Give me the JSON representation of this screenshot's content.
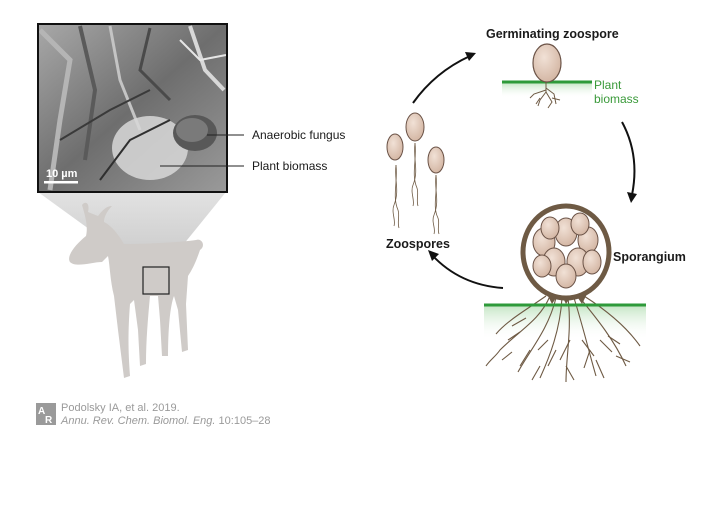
{
  "labels": {
    "anaerobic_fungus": "Anaerobic fungus",
    "plant_biomass_micro": "Plant biomass",
    "scale_bar": "10 µm",
    "germinating_zoospore": "Germinating zoospore",
    "plant_biomass_green_line1": "Plant",
    "plant_biomass_green_line2": "biomass",
    "sporangium": "Sporangium",
    "zoospores": "Zoospores"
  },
  "citation": {
    "authors": "Podolsky IA, et al. 2019.",
    "journal": "Annu. Rev. Chem. Biomol. Eng.",
    "pages": " 10:105–28"
  },
  "colors": {
    "spore_fill": "#e2c9b9",
    "spore_stroke": "#6b5347",
    "root": "#6e5a44",
    "plant_green": "#2e9a3a",
    "goat": "#cfcbc8",
    "micrograph_bg": "#8f8f8f"
  }
}
